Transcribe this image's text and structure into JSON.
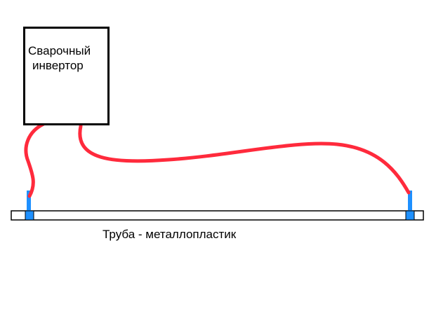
{
  "inverter": {
    "label_line1": "Сварочный",
    "label_line2": "инвертор"
  },
  "pipe": {
    "label": "Труба - металлопластик"
  },
  "colors": {
    "cable": "#ff2a3c",
    "clamp": "#1e90ff",
    "outline": "#000000",
    "background": "#ffffff"
  }
}
